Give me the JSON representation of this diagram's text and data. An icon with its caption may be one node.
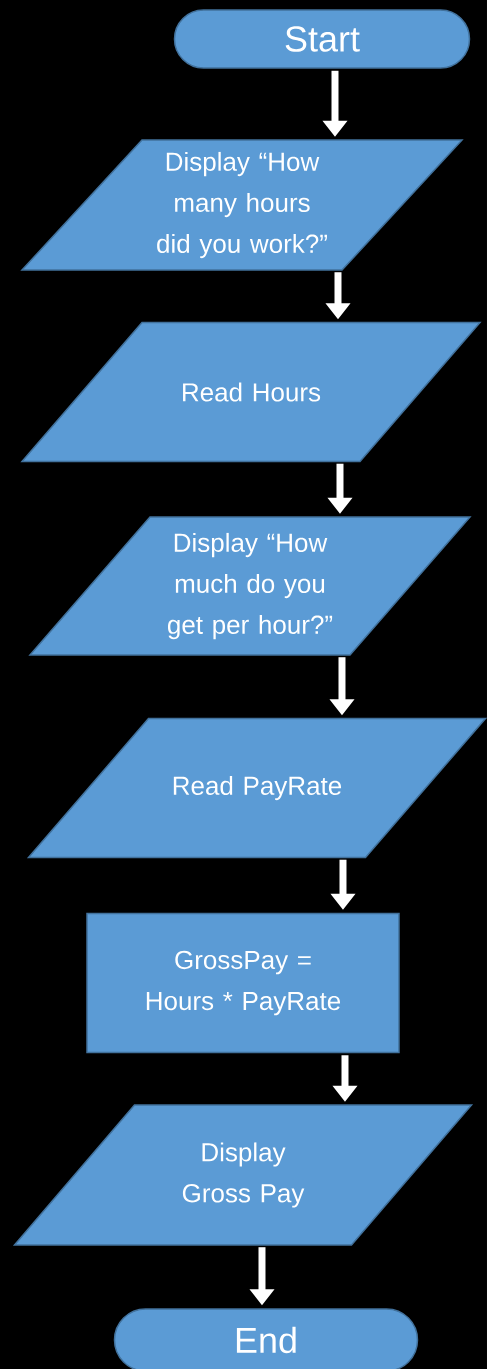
{
  "diagram": {
    "nodes": [
      {
        "text": [
          "Start"
        ]
      },
      {
        "text": [
          "Display “How many hours did you work?”"
        ]
      },
      {
        "text": [
          "Read Hours"
        ]
      },
      {
        "text": [
          "Display “How much do you get per hour?”"
        ]
      },
      {
        "text": [
          "Read PayRate"
        ]
      },
      {
        "text": [
          "GrossPay = Hours * PayRate"
        ]
      },
      {
        "text": [
          "Display Gross Pay"
        ]
      },
      {
        "text": [
          "End"
        ]
      }
    ],
    "edges": [
      {
        "from": 0,
        "to": 1,
        "arrow": "to"
      },
      {
        "from": 1,
        "to": 2,
        "arrow": "to"
      },
      {
        "from": 2,
        "to": 3,
        "arrow": "to"
      },
      {
        "from": 3,
        "to": 4,
        "arrow": "to"
      },
      {
        "from": 4,
        "to": 5,
        "arrow": "to"
      },
      {
        "from": 5,
        "to": 6,
        "arrow": "to"
      },
      {
        "from": 6,
        "to": 7,
        "arrow": "to"
      }
    ]
  }
}
